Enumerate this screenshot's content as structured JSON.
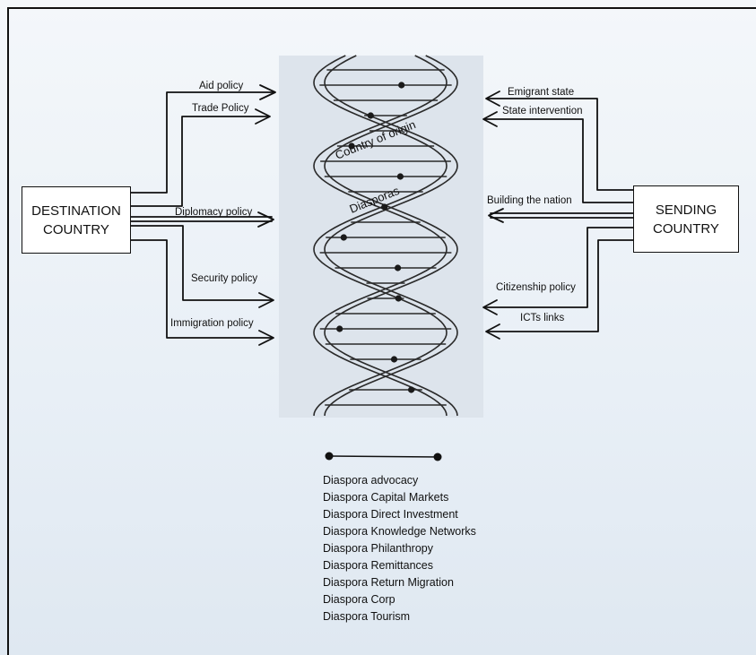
{
  "boxes": {
    "destination": "DESTINATION\nCOUNTRY",
    "sending": "SENDING\nCOUNTRY"
  },
  "destination_policies": [
    "Aid policy",
    "Trade Policy",
    "Diplomacy policy",
    "Security policy",
    "Immigration policy"
  ],
  "sending_policies": [
    "Emigrant state",
    "State intervention",
    "Building the nation",
    "Citizenship policy",
    "ICTs links"
  ],
  "helix_labels": {
    "outer": "Country of origin",
    "inner": "Diasporas"
  },
  "legend_items": [
    "Diaspora advocacy",
    "Diaspora Capital Markets",
    "Diaspora Direct Investment",
    "Diaspora Knowledge Networks",
    "Diaspora Philanthropy",
    "Diaspora Remittances",
    "Diaspora Return Migration",
    "Diaspora Corp",
    "Diaspora Tourism"
  ]
}
